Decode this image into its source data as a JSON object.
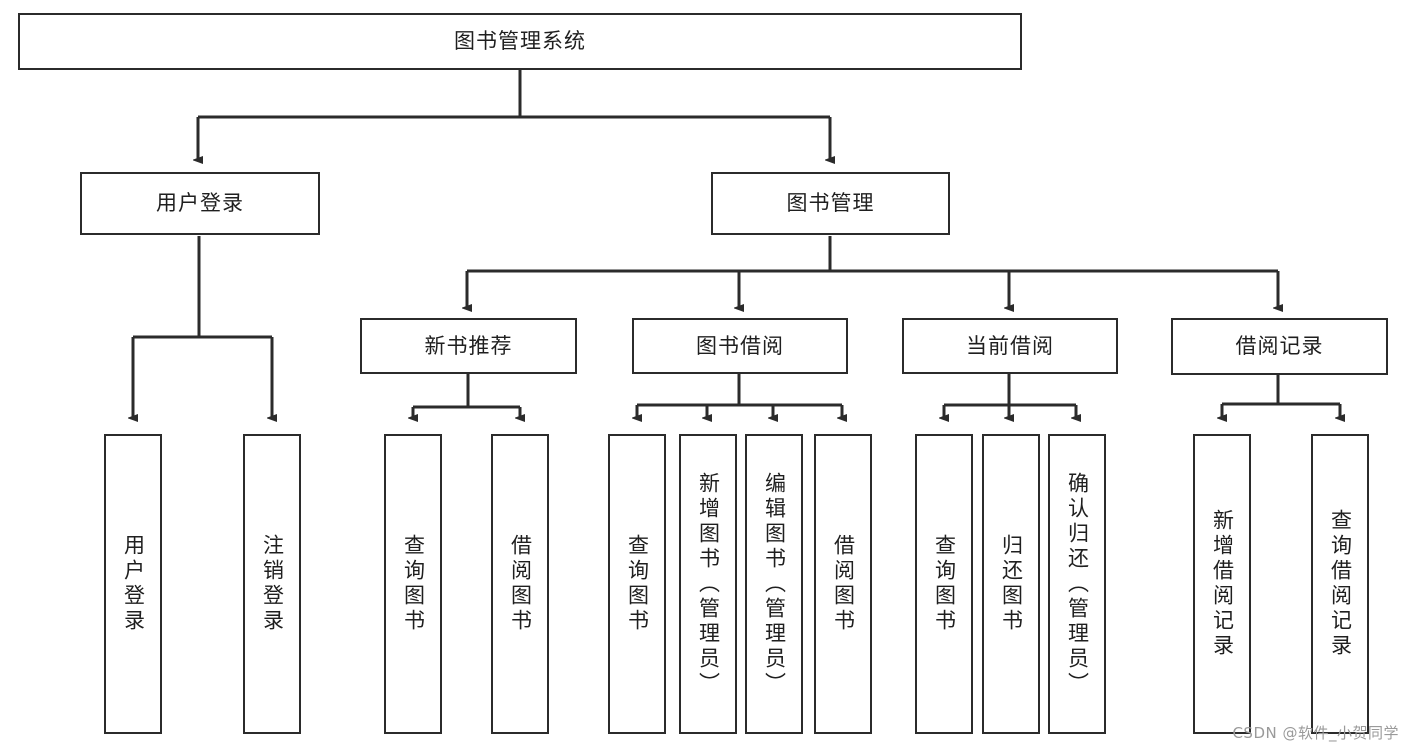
{
  "diagram": {
    "type": "hierarchy-tree",
    "title": "图书管理系统",
    "watermark": "CSDN @软件_小贺同学",
    "colors": {
      "background": "#ffffff",
      "box_border": "#2b2b2b",
      "box_fill": "#ffffff",
      "text": "#1f1f1f",
      "edge": "#2b2b2b",
      "watermark": "#9a9a9a"
    },
    "levels": {
      "root": "图书管理系统",
      "level2": [
        "用户登录",
        "图书管理"
      ],
      "level3": [
        "新书推荐",
        "图书借阅",
        "当前借阅",
        "借阅记录"
      ]
    },
    "nodes": {
      "root": {
        "id": "root",
        "label": "图书管理系统",
        "orientation": "horizontal"
      },
      "user_login": {
        "id": "user-login",
        "label": "用户登录",
        "orientation": "horizontal"
      },
      "book_manage": {
        "id": "book-manage",
        "label": "图书管理",
        "orientation": "horizontal"
      },
      "new_book_rec": {
        "id": "new-book-recommend",
        "label": "新书推荐",
        "orientation": "horizontal"
      },
      "book_borrow": {
        "id": "book-borrow",
        "label": "图书借阅",
        "orientation": "horizontal"
      },
      "current_borrow": {
        "id": "current-borrow",
        "label": "当前借阅",
        "orientation": "horizontal"
      },
      "borrow_record": {
        "id": "borrow-record",
        "label": "借阅记录",
        "orientation": "horizontal"
      },
      "leaf_1": {
        "id": "leaf-user-login",
        "label": "用户登录",
        "orientation": "vertical",
        "parent": "用户登录"
      },
      "leaf_2": {
        "id": "leaf-logout",
        "label": "注销登录",
        "orientation": "vertical",
        "parent": "用户登录"
      },
      "leaf_3": {
        "id": "leaf-query-book-rec",
        "label": "查询图书",
        "orientation": "vertical",
        "parent": "新书推荐"
      },
      "leaf_4": {
        "id": "leaf-borrow-book-rec",
        "label": "借阅图书",
        "orientation": "vertical",
        "parent": "新书推荐"
      },
      "leaf_5": {
        "id": "leaf-query-book-borrow",
        "label": "查询图书",
        "orientation": "vertical",
        "parent": "图书借阅"
      },
      "leaf_6": {
        "id": "leaf-add-book-admin",
        "label": "新增图书（管理员）",
        "orientation": "vertical",
        "parent": "图书借阅"
      },
      "leaf_7": {
        "id": "leaf-edit-book-admin",
        "label": "编辑图书（管理员）",
        "orientation": "vertical",
        "parent": "图书借阅"
      },
      "leaf_8": {
        "id": "leaf-borrow-book",
        "label": "借阅图书",
        "orientation": "vertical",
        "parent": "图书借阅"
      },
      "leaf_9": {
        "id": "leaf-query-book-current",
        "label": "查询图书",
        "orientation": "vertical",
        "parent": "当前借阅"
      },
      "leaf_10": {
        "id": "leaf-return-book",
        "label": "归还图书",
        "orientation": "vertical",
        "parent": "当前借阅"
      },
      "leaf_11": {
        "id": "leaf-confirm-return-admin",
        "label": "确认归还（管理员）",
        "orientation": "vertical",
        "parent": "当前借阅"
      },
      "leaf_12": {
        "id": "leaf-add-borrow-record",
        "label": "新增借阅记录",
        "orientation": "vertical",
        "parent": "借阅记录"
      },
      "leaf_13": {
        "id": "leaf-query-borrow-record",
        "label": "查询借阅记录",
        "orientation": "vertical",
        "parent": "借阅记录"
      }
    }
  }
}
